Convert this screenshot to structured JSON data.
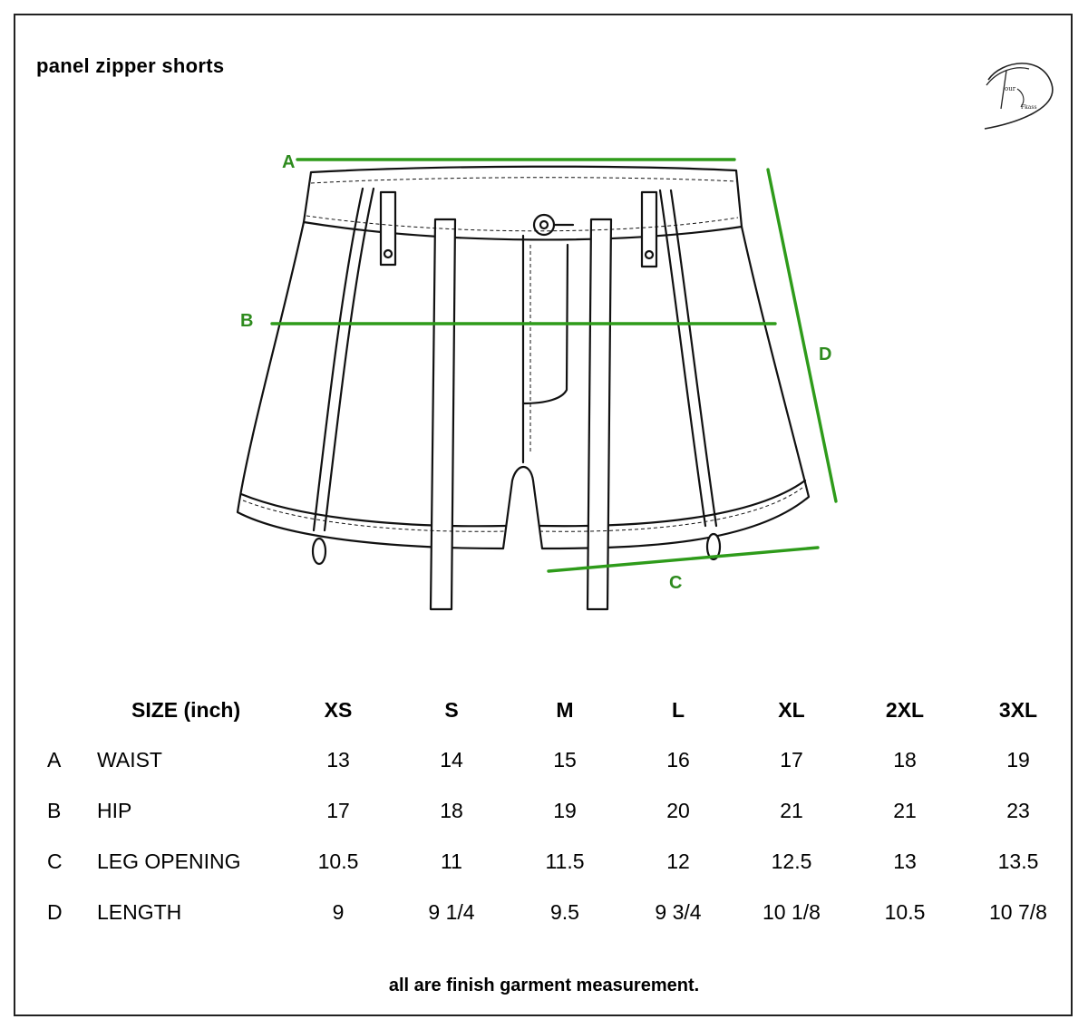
{
  "title": "panel zipper shorts",
  "logo": {
    "name": "signature-logo",
    "text": "Pour Fkass"
  },
  "dimensions": {
    "a": "A",
    "b": "B",
    "c": "C",
    "d": "D"
  },
  "colors": {
    "dimension_line": "#2e9b1a",
    "outline": "#111111",
    "frame": "#222222"
  },
  "table": {
    "header_label": "SIZE (inch)",
    "sizes": [
      "XS",
      "S",
      "M",
      "L",
      "XL",
      "2XL",
      "3XL"
    ],
    "rows": [
      {
        "letter": "A",
        "name": "WAIST",
        "values": [
          "13",
          "14",
          "15",
          "16",
          "17",
          "18",
          "19"
        ]
      },
      {
        "letter": "B",
        "name": "HIP",
        "values": [
          "17",
          "18",
          "19",
          "20",
          "21",
          "21",
          "23"
        ]
      },
      {
        "letter": "C",
        "name": "LEG OPENING",
        "values": [
          "10.5",
          "11",
          "11.5",
          "12",
          "12.5",
          "13",
          "13.5"
        ]
      },
      {
        "letter": "D",
        "name": "LENGTH",
        "values": [
          "9",
          "9 1/4",
          "9.5",
          "9 3/4",
          "10 1/8",
          "10.5",
          "10 7/8"
        ]
      }
    ]
  },
  "footnote": "all are finish garment measurement."
}
